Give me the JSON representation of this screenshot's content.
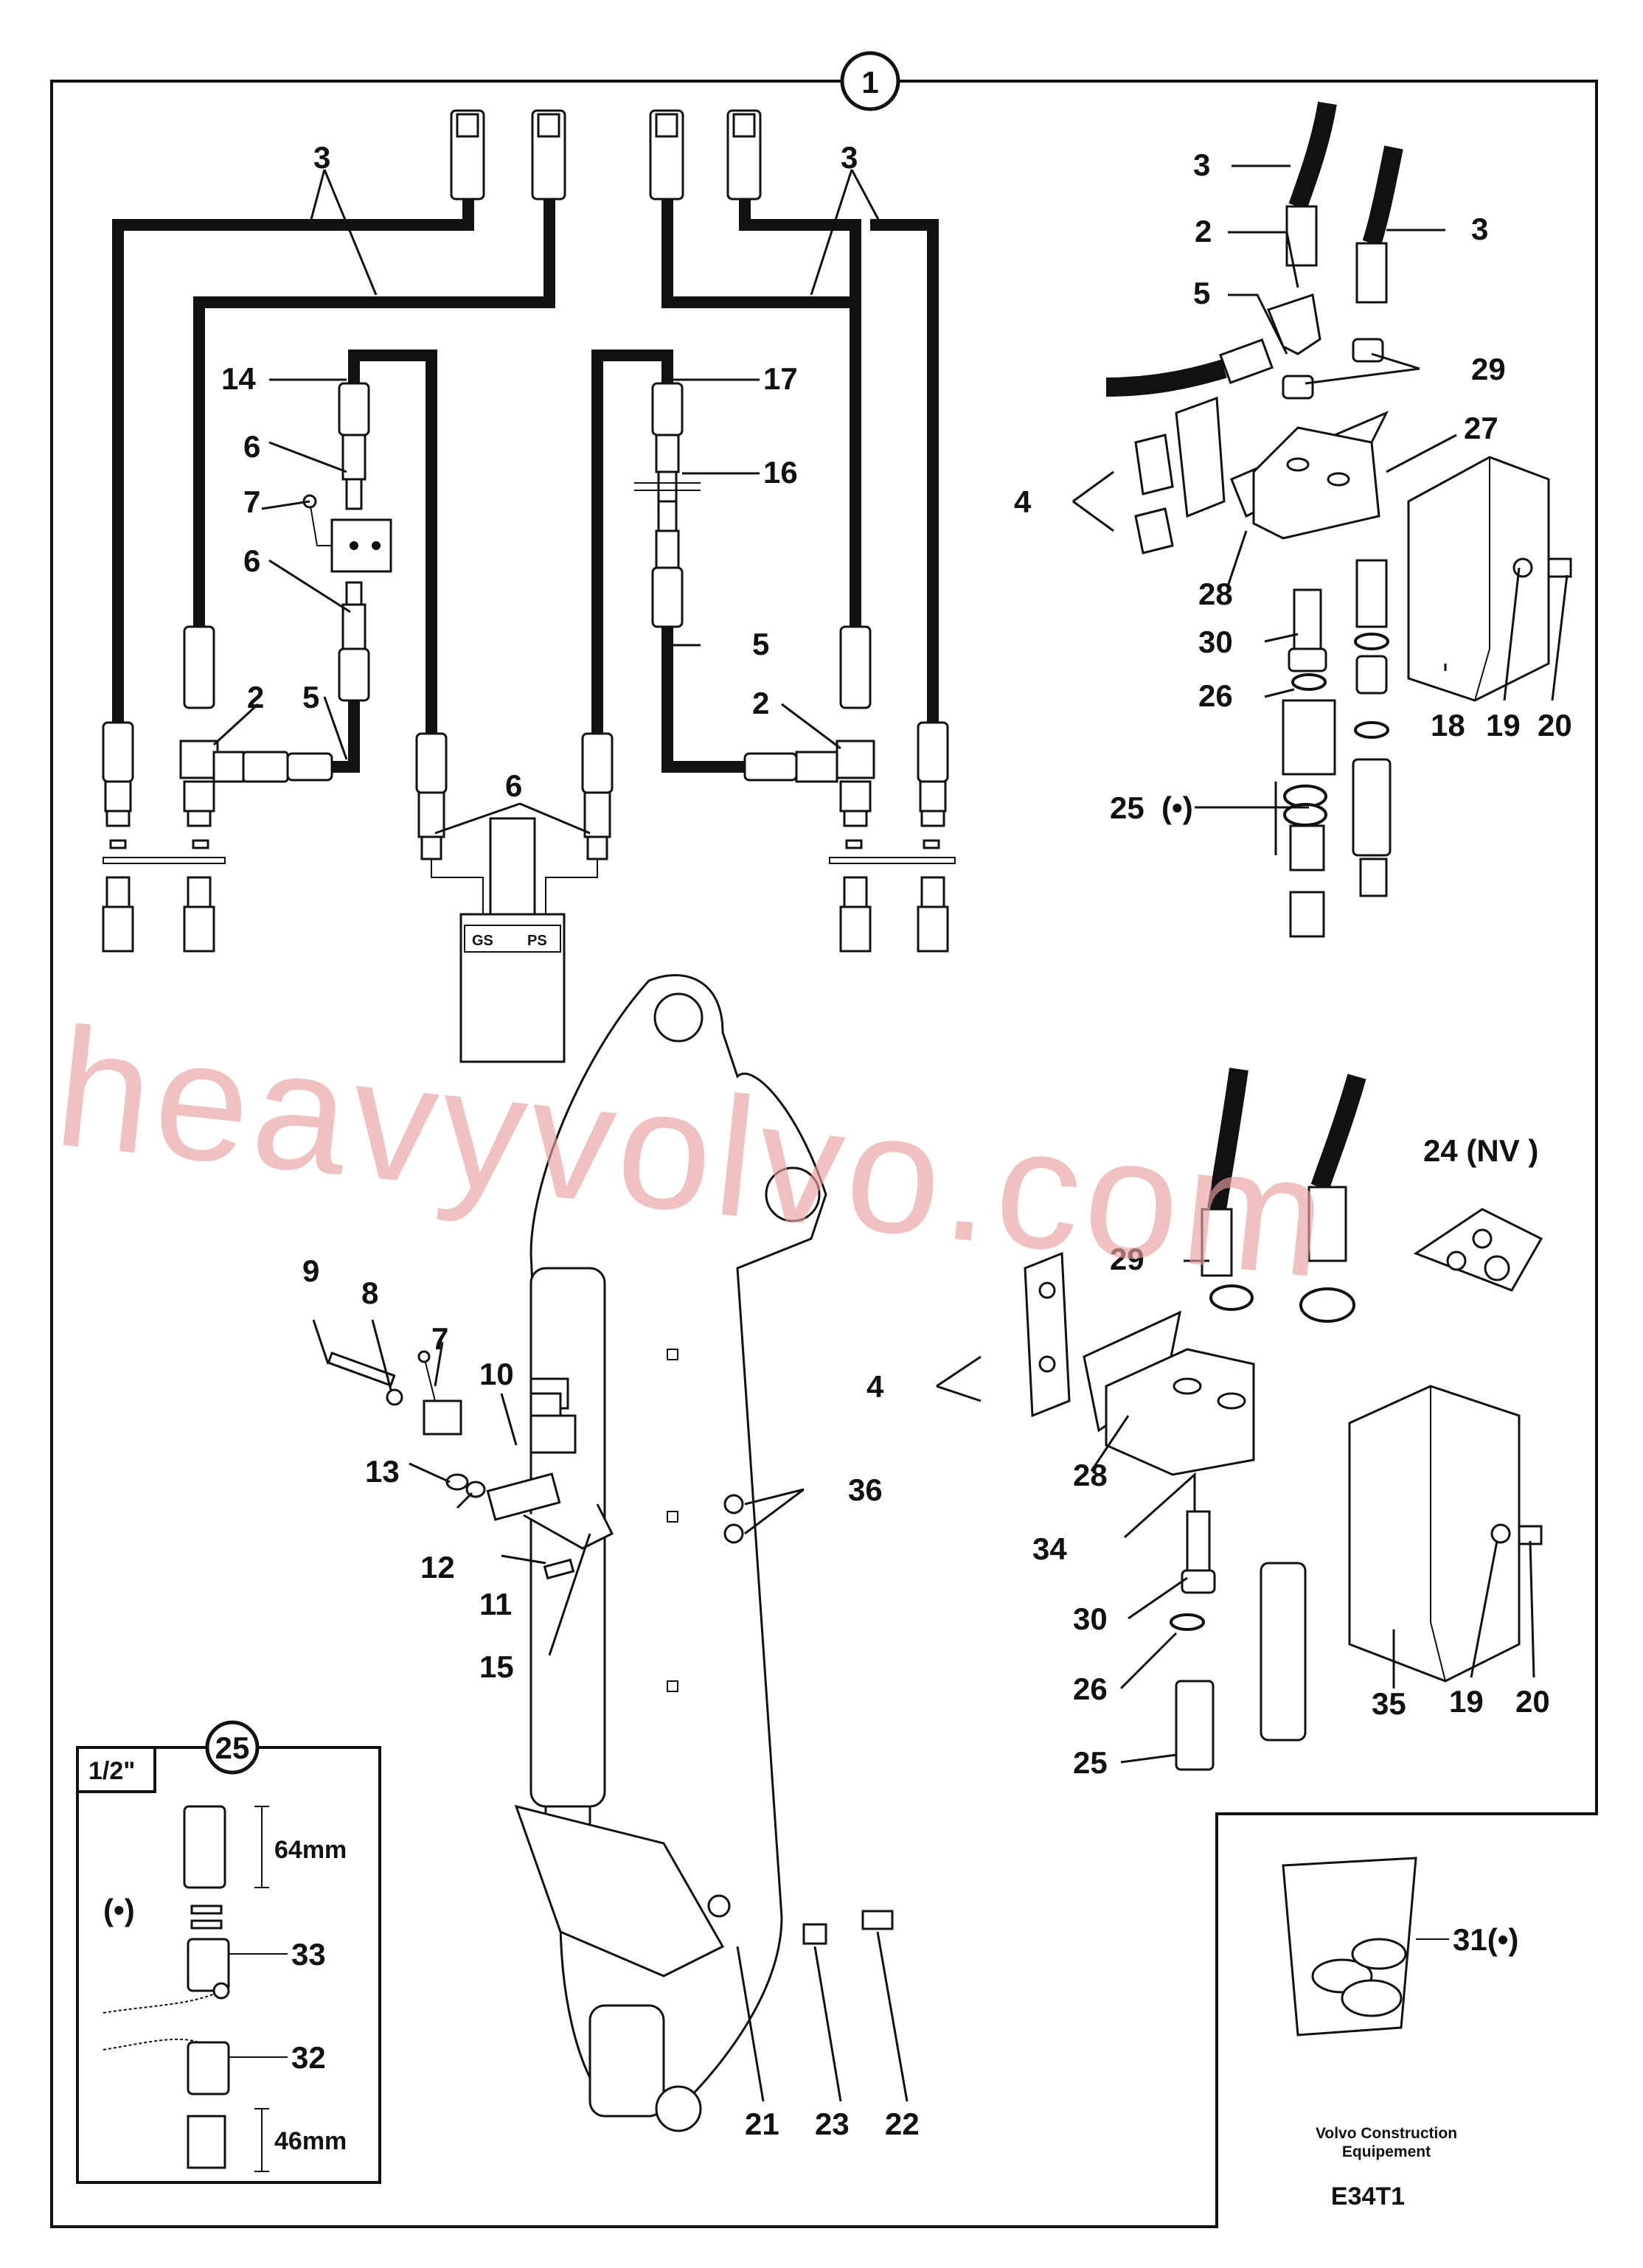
{
  "diagram": {
    "sheet_number": "1",
    "drawing_code": "E34T1",
    "caption_line1": "Volvo Construction",
    "caption_line2": "Equipement",
    "watermark": "heavyvolvo.com",
    "valve_labels": {
      "left_port": "GS",
      "right_port": "PS"
    },
    "inset_25": {
      "number": "25",
      "size": "1/2\"",
      "dim_top": "64mm",
      "dim_bottom": "46mm",
      "bullet": "(•)",
      "item_33": "33",
      "item_32": "32"
    },
    "bag_label": "31(•)",
    "bracket_variant_label": "24 (NV )",
    "callouts": {
      "c3a": "3",
      "c3b": "3",
      "c3c": "3",
      "c3d": "3",
      "c14": "14",
      "c17": "17",
      "c16": "16",
      "c6a": "6",
      "c6b": "6",
      "c6c": "6",
      "c7a": "7",
      "c7b": "7",
      "c2a": "2",
      "c2b": "2",
      "c2c": "2",
      "c5a": "5",
      "c5b": "5",
      "c5c": "5",
      "c4a": "4",
      "c4b": "4",
      "c29a": "29",
      "c29b": "29",
      "c27": "27",
      "c28a": "28",
      "c28b": "28",
      "c30a": "30",
      "c30b": "30",
      "c26a": "26",
      "c26b": "26",
      "c25a": "25",
      "c25b": "25",
      "c25bullet": "(•)",
      "c18": "18",
      "c19a": "19",
      "c19b": "19",
      "c20a": "20",
      "c20b": "20",
      "c9": "9",
      "c8": "8",
      "c10": "10",
      "c13": "13",
      "c12": "12",
      "c11": "11",
      "c15": "15",
      "c36": "36",
      "c34": "34",
      "c35": "35",
      "c21": "21",
      "c23": "23",
      "c22": "22"
    }
  }
}
